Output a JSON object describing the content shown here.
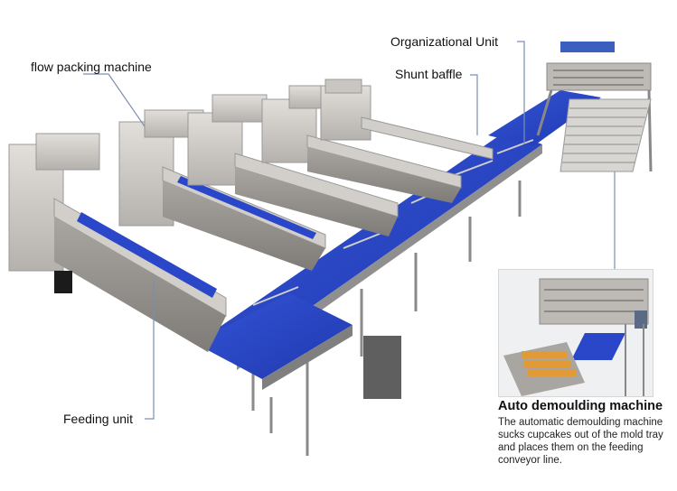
{
  "callouts": {
    "flow_packing": "flow packing machine",
    "organizational_unit": "Organizational Unit",
    "shunt_baffle": "Shunt baffle",
    "feeding_unit": "Feeding unit"
  },
  "inset": {
    "title": "Auto demoulding machine",
    "description": "The automatic demoulding machine sucks cupcakes out of the mold tray and places them on the feeding conveyor line."
  },
  "colors": {
    "conveyor_blue": "#2a47c9",
    "machine_steel": "#c9c6c2",
    "frame_gray": "#9a9a9a",
    "pointer_line": "#7a8fb0"
  }
}
